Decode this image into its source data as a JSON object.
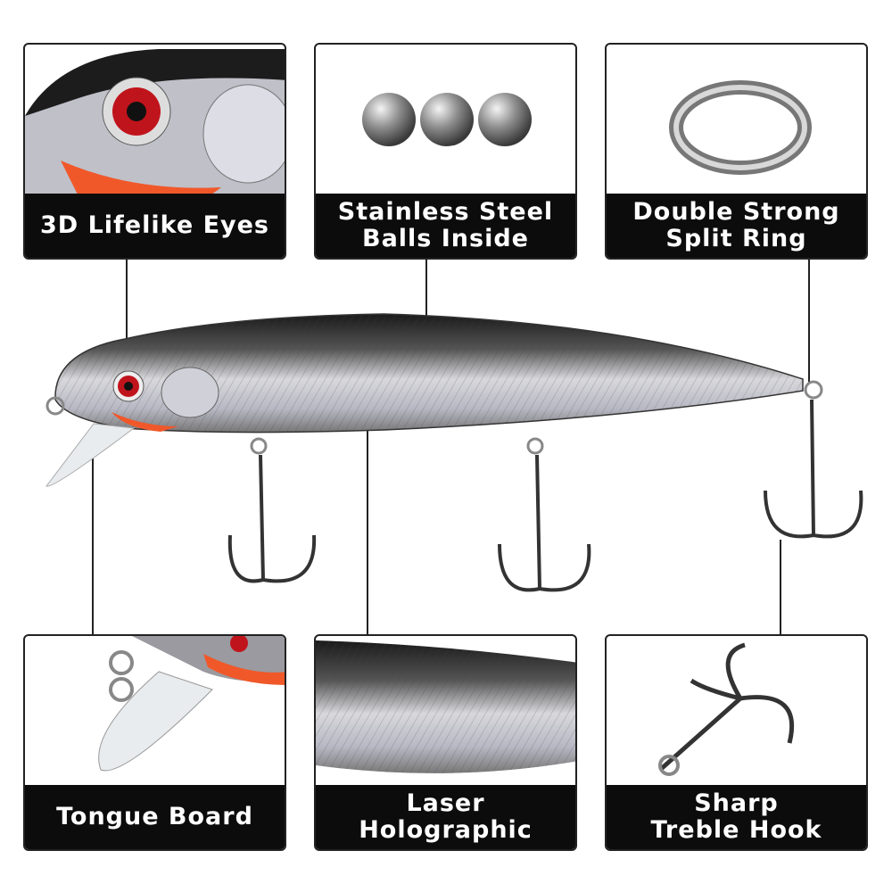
{
  "features": [
    {
      "label_lines": [
        "3D Lifelike Eyes"
      ]
    },
    {
      "label_lines": [
        "Stainless Steel",
        "Balls Inside"
      ]
    },
    {
      "label_lines": [
        "Double Strong",
        "Split Ring"
      ]
    },
    {
      "label_lines": [
        "Tongue Board"
      ]
    },
    {
      "label_lines": [
        "Laser",
        "Holographic"
      ]
    },
    {
      "label_lines": [
        "Sharp",
        "Treble Hook"
      ]
    }
  ],
  "colors": {
    "label_bg": "#0c0c0c",
    "label_text": "#ffffff",
    "eye": "#c0141c",
    "belly": "#f0582a"
  }
}
